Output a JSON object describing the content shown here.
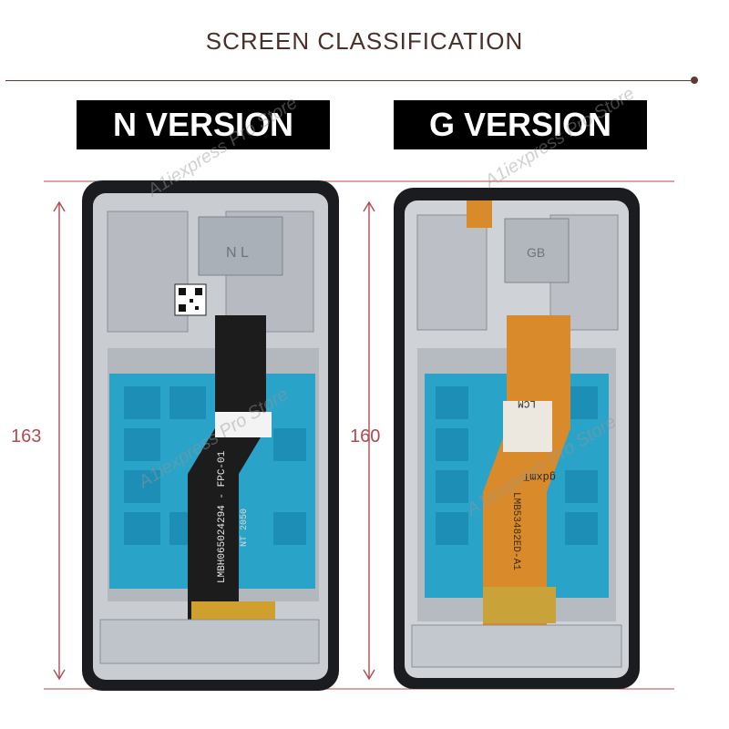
{
  "heading": "SCREEN CLASSIFICATION",
  "versions": [
    {
      "label": "N VERSION",
      "height_label": "163",
      "chip_label": "N L",
      "flex_text": "LMBH065024294 - FPC-01",
      "flex_text2": "NT 2050"
    },
    {
      "label": "G VERSION",
      "height_label": "160",
      "chip_label": "GB",
      "flex_text": "LMB53482ED-A1",
      "flex_text2": "gdxmT",
      "flex_text3": "LCM"
    }
  ],
  "watermark": "A1iexpress Pro Store",
  "colors": {
    "frame": "#1b1c1f",
    "tray": "#c9ccd1",
    "panel": "#29a3c8",
    "flex_n": "#1c1c1c",
    "flex_g": "#d98a2a",
    "dim_line": "#b24a52"
  }
}
